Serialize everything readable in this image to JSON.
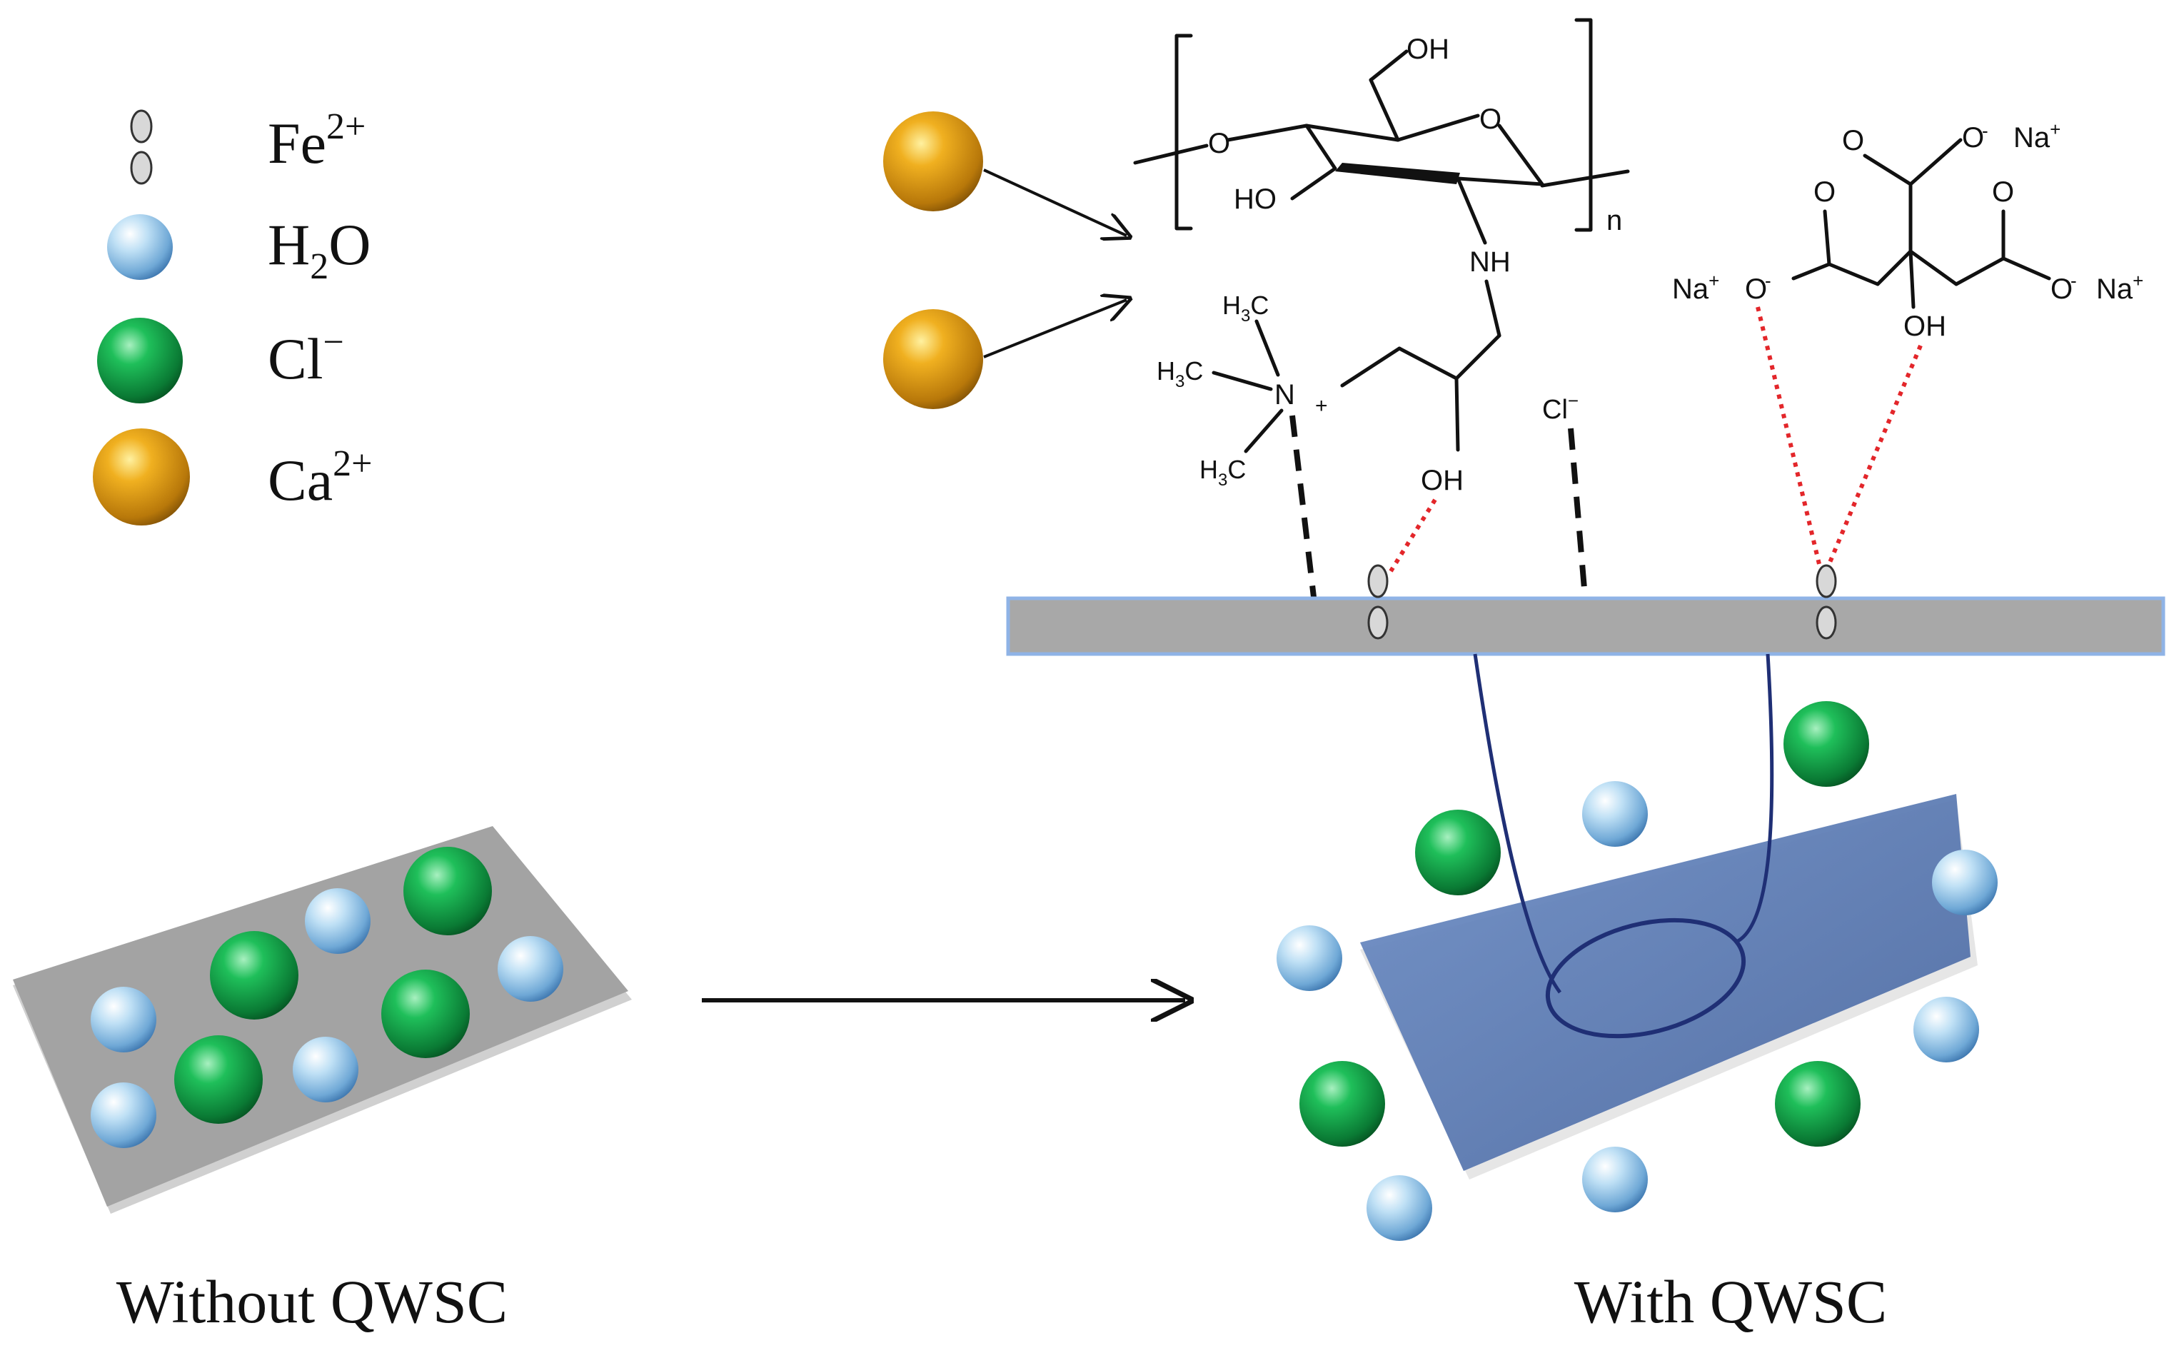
{
  "legend": {
    "items": [
      {
        "icon": "fe-ion-icon",
        "label": "Fe",
        "sup": "2+"
      },
      {
        "icon": "water-sphere-icon",
        "label": "H",
        "sub": "2",
        "label2": "O"
      },
      {
        "icon": "chloride-sphere-icon",
        "label": "Cl",
        "sup": "−"
      },
      {
        "icon": "calcium-sphere-icon",
        "label": "Ca",
        "sup": "2+"
      }
    ]
  },
  "captions": {
    "without": "Without QWSC",
    "with": "With QWSC"
  },
  "molecule": {
    "oh_top": "OH",
    "o_ring": "O",
    "o_left": "O",
    "ho": "HO",
    "nh": "NH",
    "n_sub": "n",
    "h3c_1": "H",
    "h3c_1_sub": "3",
    "h3c_1_c": "C",
    "h3c_2": "H",
    "h3c_2_sub": "3",
    "h3c_2_c": "C",
    "h3c_3": "H",
    "h3c_3_sub": "3",
    "h3c_3_c": "C",
    "n_plus": "N",
    "plus": "+",
    "oh_chain": "OH",
    "cl_minus": "Cl",
    "cl_sup": "−"
  },
  "citrate": {
    "o_top_left": "O",
    "o_top_right": "O",
    "o_minus_right": "O",
    "na_top": "Na",
    "na_sup": "+",
    "o_left_dbl": "O",
    "o_right_dbl": "O",
    "na_left": "Na",
    "o_minus_left": "O",
    "oh": "OH",
    "o_minus_r2": "O",
    "na_right": "Na"
  },
  "colors": {
    "surface_gray": "#9a9a9a",
    "surface_blue": "#5b79ad",
    "bar_outline": "#8fb3e6",
    "loop": "#1f2f75",
    "hbond": "#e3262a",
    "ionic": "#111111"
  }
}
